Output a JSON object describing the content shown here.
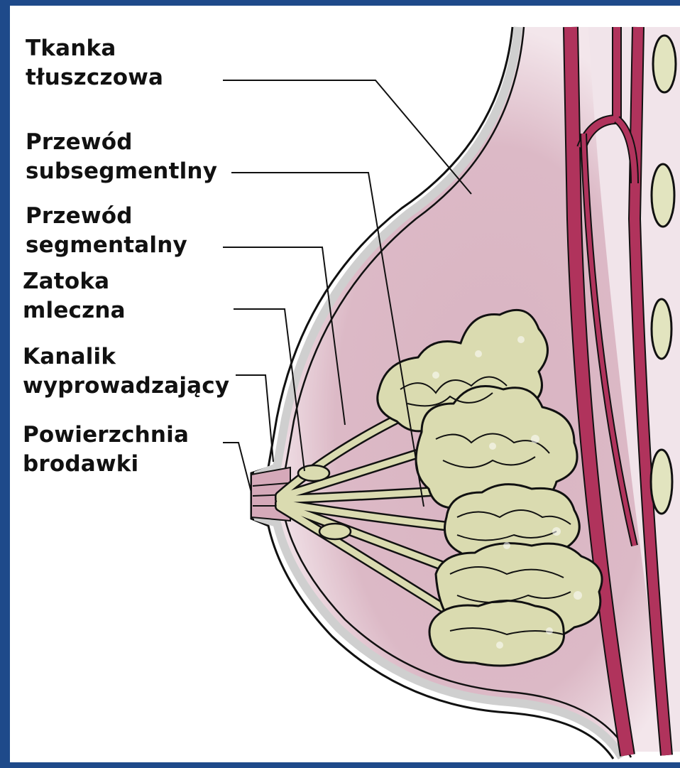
{
  "colors": {
    "frame": "#1e4a8a",
    "background": "#ffffff",
    "fatty_tissue": "#d9b4c2",
    "skin": "#cfcfcf",
    "outline": "#111111",
    "glands": "#dadbb0",
    "vessels": "#b0335c",
    "ribs": "#e2e4bf"
  },
  "labels": [
    {
      "lines": [
        "Tkanka",
        "tłuszczowa"
      ]
    },
    {
      "lines": [
        "Przewód",
        "subsegmentlny"
      ]
    },
    {
      "lines": [
        "Przewód",
        "segmentalny"
      ]
    },
    {
      "lines": [
        "Zatoka",
        "mleczna"
      ]
    },
    {
      "lines": [
        "Kanalik",
        "wyprowadzający"
      ]
    },
    {
      "lines": [
        "Powierzchnia",
        "brodawki"
      ]
    }
  ]
}
